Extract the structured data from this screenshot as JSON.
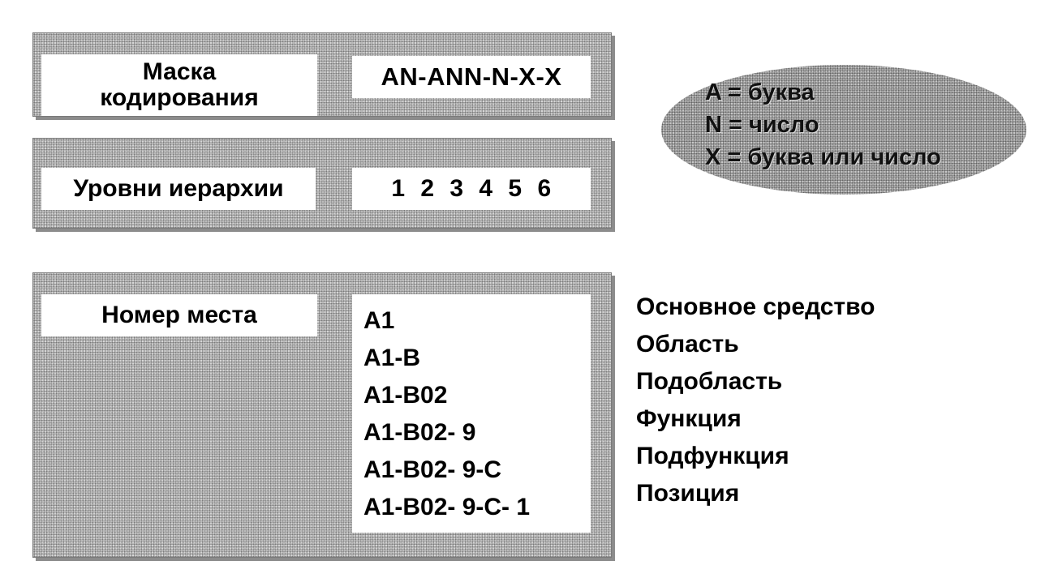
{
  "mask": {
    "label_line1": "Маска",
    "label_line2": "кодирования",
    "value": "AN-ANN-N-X-X"
  },
  "hierarchy": {
    "label": "Уровни иерархии",
    "levels": "1 2 3 4 5 6"
  },
  "legend": {
    "items": [
      "A = буква",
      "N = число",
      "X = буква или число"
    ]
  },
  "location": {
    "label": "Номер места",
    "codes": [
      "A1",
      "A1-B",
      "A1-B02",
      "A1-B02- 9",
      "A1-B02- 9-C",
      "A1-B02- 9-C- 1"
    ]
  },
  "level_names": [
    "Основное средство",
    "Область",
    "Подобласть",
    "Функция",
    "Подфункция",
    "Позиция"
  ]
}
